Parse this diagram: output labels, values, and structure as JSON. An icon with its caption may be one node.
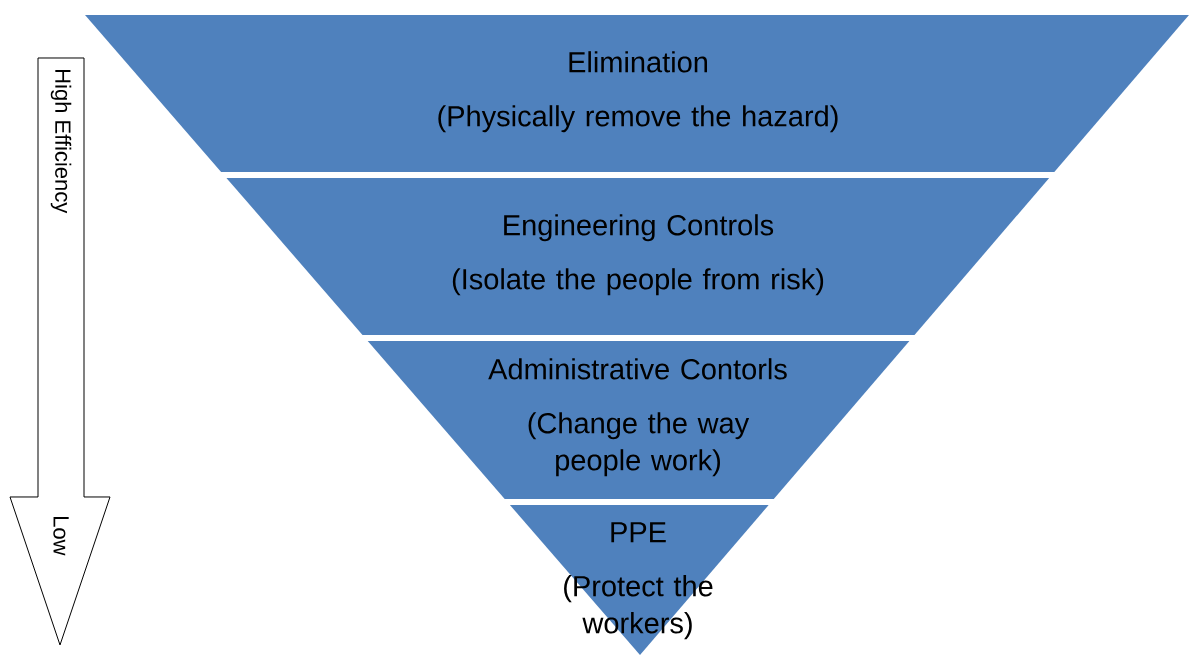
{
  "diagram": {
    "nodes": [
      {
        "text": [
          "Elimination",
          "(Physically remove the hazard)"
        ]
      },
      {
        "text": [
          "Engineering Controls",
          "(Isolate the people from risk)"
        ]
      },
      {
        "text": [
          "Administrative Contorls",
          "(Change the way people work)"
        ]
      },
      {
        "text": [
          "PPE",
          "(Protect the workers)"
        ]
      }
    ],
    "labels": [
      "High Efficiency",
      "Low"
    ]
  }
}
